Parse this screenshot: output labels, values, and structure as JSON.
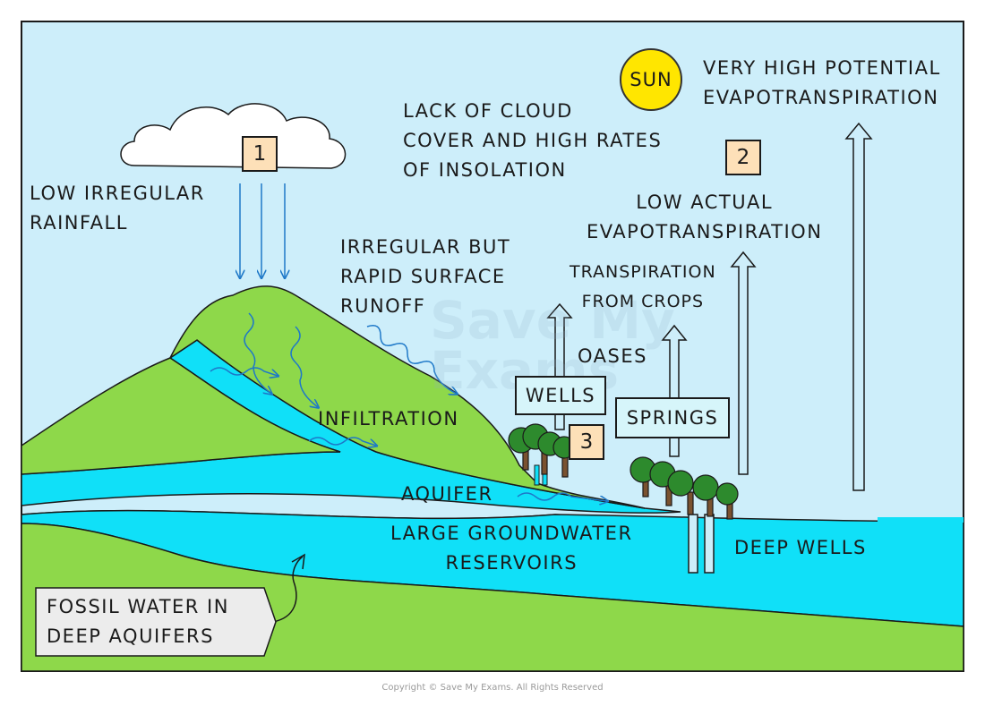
{
  "labels": {
    "low_rainfall": "LOW IRREGULAR\nRAINFALL",
    "lack_cloud": "LACK OF CLOUD\nCOVER AND HIGH RATES\nOF INSOLATION",
    "sun": "SUN",
    "very_high": "VERY HIGH POTENTIAL\nEVAPOTRANSPIRATION",
    "low_actual": "LOW ACTUAL\nEVAPOTRANSPIRATION",
    "runoff": "IRREGULAR BUT\nRAPID SURFACE\nRUNOFF",
    "transpiration": "TRANSPIRATION\nFROM CROPS",
    "oases": "OASES",
    "wells": "WELLS",
    "springs": "SPRINGS",
    "infiltration": "INFILTRATION",
    "aquifer": "AQUIFER",
    "groundwater": "LARGE GROUNDWATER\nRESERVOIRS",
    "deep_wells": "DEEP WELLS",
    "fossil_water": "FOSSIL WATER IN\nDEEP AQUIFERS"
  },
  "markers": {
    "one": "1",
    "two": "2",
    "three": "3"
  },
  "watermark": "Save My\nExams",
  "copyright": "Copyright © Save My Exams. All Rights Reserved",
  "colors": {
    "sky": "#cdeefa",
    "land": "#8ed84a",
    "water": "#10e0f8",
    "sun": "#ffe600",
    "arrow_blue": "#1e78c8",
    "marker_fill": "#fde0b8",
    "tree": "#2d8a2d"
  }
}
